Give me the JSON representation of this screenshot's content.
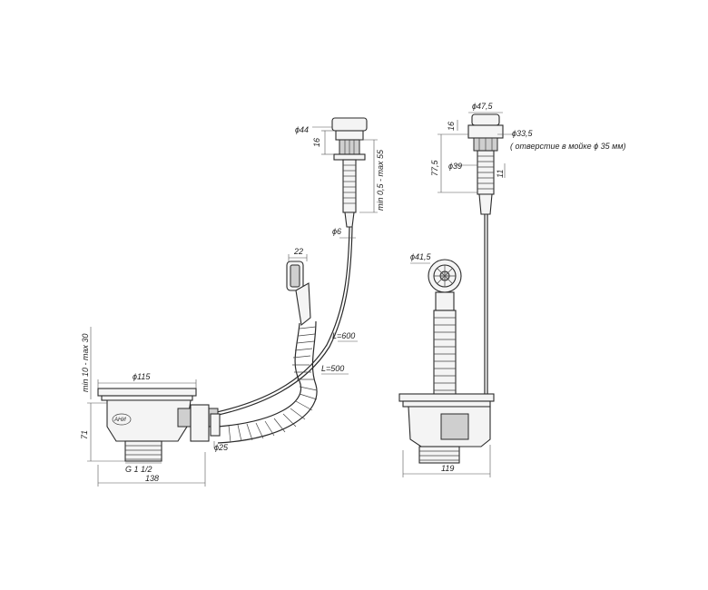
{
  "labels": {
    "d44": "ϕ44",
    "d16_left": "16",
    "min_max_55": "min 0,5 - max 55",
    "d6": "ϕ6",
    "w22": "22",
    "L600": "L=600",
    "L500": "L=500",
    "min_max_30": "min 10 - max 30",
    "d115": "ϕ115",
    "h71": "71",
    "d25": "ϕ25",
    "thread": "G 1 1/2",
    "w138": "138",
    "d47_5": "ϕ47,5",
    "d16_right": "16",
    "d33_5": "ϕ33,5",
    "hole_note": "( отверстие в мойке ϕ 35 мм)",
    "h77_5": "77,5",
    "d39": "ϕ39",
    "h11": "11",
    "d41_5": "ϕ41,5",
    "w119": "119",
    "logo": "АНИ"
  }
}
